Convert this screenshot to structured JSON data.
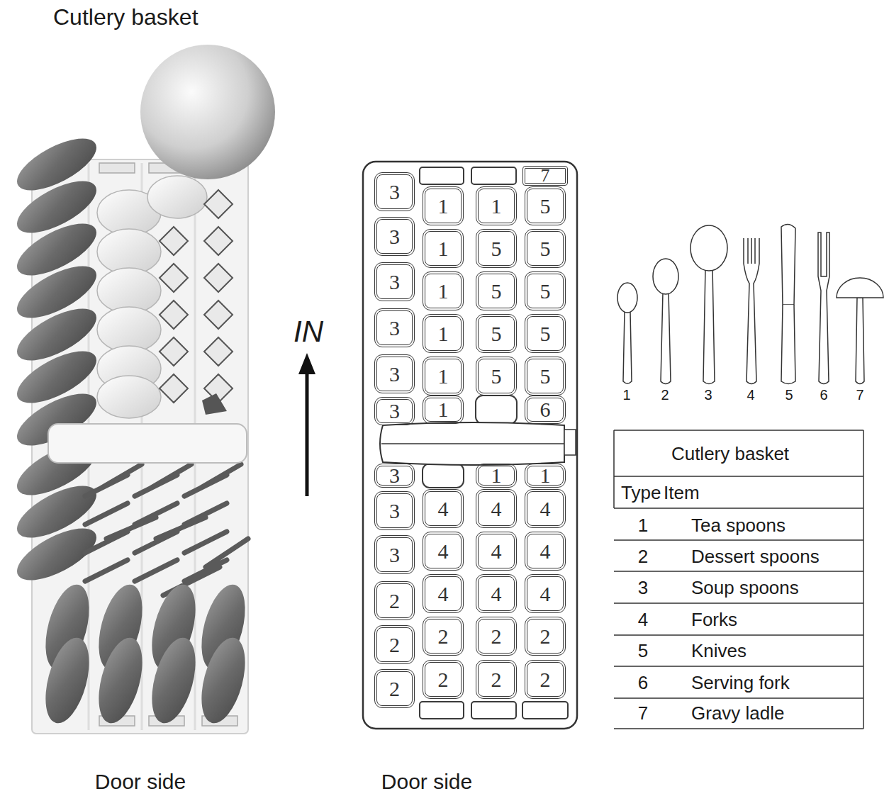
{
  "diagram": {
    "title": "Cutlery basket",
    "nodes": [
      {
        "text": [
          "7"
        ]
      },
      {
        "text": [
          "3"
        ]
      },
      {
        "text": [
          "1"
        ]
      },
      {
        "text": [
          "1"
        ]
      },
      {
        "text": [
          "5"
        ]
      },
      {
        "text": [
          "3"
        ]
      },
      {
        "text": [
          "1"
        ]
      },
      {
        "text": [
          "5"
        ]
      },
      {
        "text": [
          "5"
        ]
      },
      {
        "text": [
          "3"
        ]
      },
      {
        "text": [
          "1"
        ]
      },
      {
        "text": [
          "5"
        ]
      },
      {
        "text": [
          "5"
        ]
      },
      {
        "text": [
          "3"
        ]
      },
      {
        "text": [
          "1"
        ]
      },
      {
        "text": [
          "5"
        ]
      },
      {
        "text": [
          "5"
        ]
      },
      {
        "text": [
          "3"
        ]
      },
      {
        "text": [
          "1"
        ]
      },
      {
        "text": [
          "5"
        ]
      },
      {
        "text": [
          "5"
        ]
      },
      {
        "text": [
          "3"
        ]
      },
      {
        "text": [
          "1"
        ]
      },
      {
        "text": [
          "6"
        ]
      },
      {
        "text": [
          "3"
        ]
      },
      {
        "text": [
          "1"
        ]
      },
      {
        "text": [
          "1"
        ]
      },
      {
        "text": [
          "3"
        ]
      },
      {
        "text": [
          "4"
        ]
      },
      {
        "text": [
          "4"
        ]
      },
      {
        "text": [
          "4"
        ]
      },
      {
        "text": [
          "3"
        ]
      },
      {
        "text": [
          "4"
        ]
      },
      {
        "text": [
          "4"
        ]
      },
      {
        "text": [
          "4"
        ]
      },
      {
        "text": [
          "2"
        ]
      },
      {
        "text": [
          "4"
        ]
      },
      {
        "text": [
          "4"
        ]
      },
      {
        "text": [
          "4"
        ]
      },
      {
        "text": [
          "2"
        ]
      },
      {
        "text": [
          "2"
        ]
      },
      {
        "text": [
          "2"
        ]
      },
      {
        "text": [
          "2"
        ]
      },
      {
        "text": [
          "2"
        ]
      },
      {
        "text": [
          "2"
        ]
      },
      {
        "text": [
          "2"
        ]
      },
      {
        "text": [
          "2"
        ]
      }
    ],
    "labels": [
      "IN",
      "Door side",
      "Door side",
      "1",
      "2",
      "3",
      "4",
      "5",
      "6",
      "7",
      "Cutlery basket",
      "Type",
      "Item",
      "1",
      "Tea spoons",
      "2",
      "Dessert spoons",
      "3",
      "Soup spoons",
      "4",
      "Forks",
      "5",
      "Knives",
      "6",
      "Serving fork",
      "7",
      "Gravy ladle"
    ]
  }
}
